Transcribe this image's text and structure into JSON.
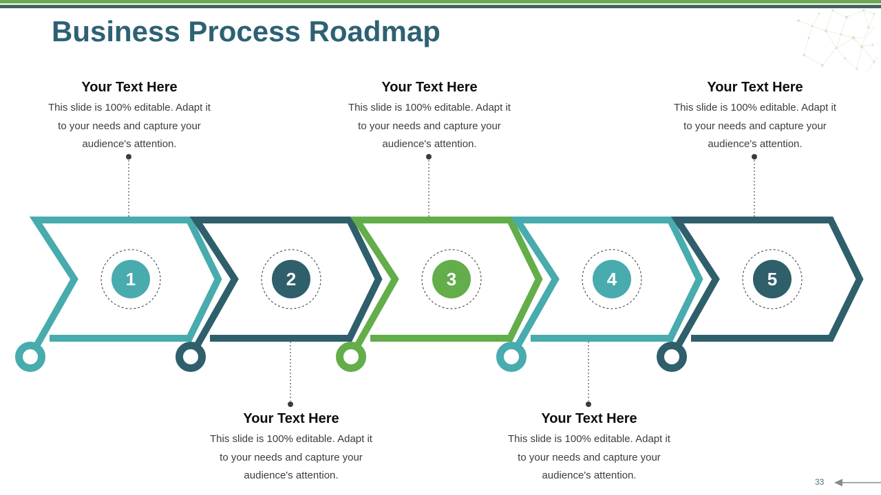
{
  "slide": {
    "title": "Business Process Roadmap",
    "page_number": "33"
  },
  "steps": [
    {
      "number": "1",
      "color": "#48abad",
      "label_position": "top",
      "title": "Your Text Here",
      "body": "This slide is 100% editable. Adapt it to your needs and capture your audience's attention."
    },
    {
      "number": "2",
      "color": "#2e5f6b",
      "label_position": "bottom",
      "title": "Your Text Here",
      "body": "This slide is 100% editable. Adapt it to your needs and capture your audience's attention."
    },
    {
      "number": "3",
      "color": "#63ad4a",
      "label_position": "top",
      "title": "Your Text Here",
      "body": "This slide is 100% editable. Adapt it to your needs and capture your audience's attention."
    },
    {
      "number": "4",
      "color": "#48abad",
      "label_position": "bottom",
      "title": "Your Text Here",
      "body": "This slide is 100% editable. Adapt it to your needs and capture your audience's attention."
    },
    {
      "number": "5",
      "color": "#2e5f6b",
      "label_position": "top",
      "title": "Your Text Here",
      "body": "This slide is 100% editable. Adapt it to your needs and capture your audience's attention."
    }
  ],
  "colors": {
    "accent_teal": "#48abad",
    "accent_dark_teal": "#2e5f6b",
    "accent_green": "#63ad4a",
    "top_bar_green": "#6ca851",
    "top_bar_dark": "#44635b",
    "title_text": "#2d6173",
    "body_text": "#3c3c3c",
    "connector": "#4d4d4d",
    "footer_arrow": "#8a8a8a"
  }
}
